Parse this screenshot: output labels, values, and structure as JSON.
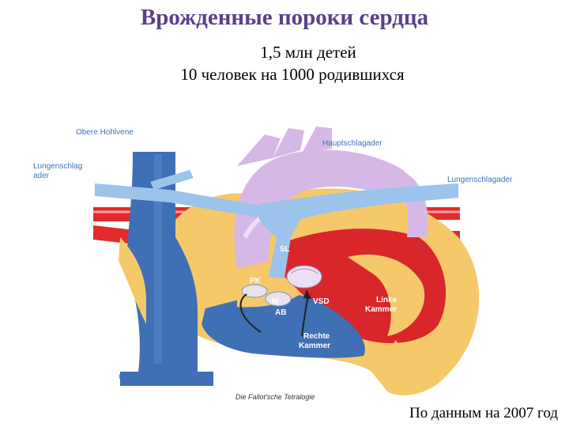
{
  "header": {
    "title": "Врожденные пороки сердца",
    "line1": "1,5 млн детей",
    "line2": "10 человек на 1000 родившихся"
  },
  "diagram": {
    "labels": {
      "obere_hohlvene": "Obere Hohlvene",
      "hauptschlagader": "Hauptschlagader",
      "lungenschlagader_left_1": "Lungenschlag",
      "lungenschlagader_left_2": "ader",
      "lungenschlagader_right": "Lungenschlagader",
      "sl": "SL",
      "pk": "PK",
      "m": "M",
      "vsd": "VSD",
      "ab": "AB",
      "linke_1": "Linke",
      "linke_2": "Kammer",
      "rechte_1": "Rechte",
      "rechte_2": "Kammer",
      "untere_hohlvene": "Untere Hohlvene",
      "caption": "Die Fallot'sche Tetralogie"
    },
    "colors": {
      "vein_blue": "#3f6fb5",
      "light_blue": "#9cc3ea",
      "aorta_violet": "#d6b8e6",
      "artery_red": "#e32b2b",
      "muscle_yellow": "#f5c96a",
      "ventricle_red": "#d9262b"
    }
  },
  "footer": {
    "source": "По данным  на 2007 год"
  }
}
